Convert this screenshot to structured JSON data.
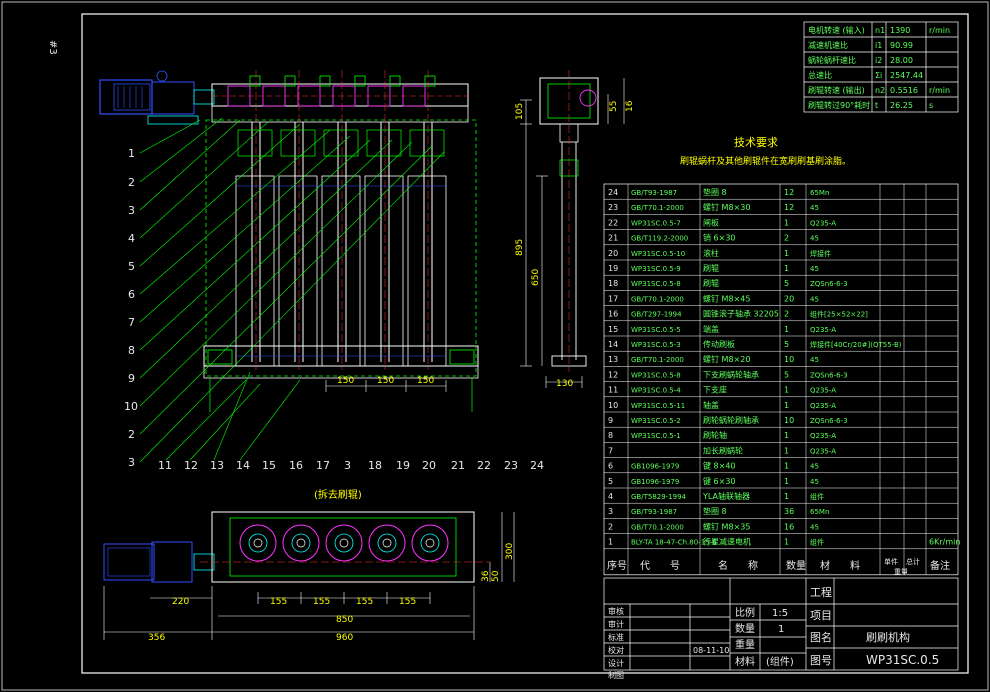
{
  "sheet": {
    "sheet_id": "#3",
    "colors": {
      "frame": "#ffffff",
      "table": "#ffffff",
      "green": "#00ff00",
      "yellow": "#ffff00",
      "cyan": "#00ffff",
      "red": "#ff3030",
      "magenta": "#ff33ff",
      "blue": "#3050ff"
    }
  },
  "spec_table": {
    "rows": [
      {
        "name": "电机转速 (输入)",
        "sym": "n1",
        "val": "1390",
        "unit": "r/min"
      },
      {
        "name": "减速机速比",
        "sym": "i1",
        "val": "90.99",
        "unit": ""
      },
      {
        "name": "蜗轮蜗杆速比",
        "sym": "i2",
        "val": "28.00",
        "unit": ""
      },
      {
        "name": "总速比",
        "sym": "Σi",
        "val": "2547.44",
        "unit": ""
      },
      {
        "name": "刷辊转速 (输出)",
        "sym": "n2",
        "val": "0.5516",
        "unit": "r/min"
      },
      {
        "name": "刷辊转过90°耗时",
        "sym": "t",
        "val": "26.25",
        "unit": "s"
      }
    ]
  },
  "tech_req": {
    "title": "技术要求",
    "text": "刷辊蜗杆及其他刷辊件在宽刷刷基刷涂脂。"
  },
  "bom": {
    "rows": [
      {
        "no": "24",
        "code": "GB/T93-1987",
        "name": "垫圈 8",
        "qty": "12",
        "mat": "65Mn",
        "note": ""
      },
      {
        "no": "23",
        "code": "GB/T70.1-2000",
        "name": "螺钉 M8×30",
        "qty": "12",
        "mat": "45",
        "note": ""
      },
      {
        "no": "22",
        "code": "WP31SC.0.5-7",
        "name": "闸板",
        "qty": "1",
        "mat": "Q235-A",
        "note": ""
      },
      {
        "no": "21",
        "code": "GB/T119.2-2000",
        "name": "销 6×30",
        "qty": "2",
        "mat": "45",
        "note": ""
      },
      {
        "no": "20",
        "code": "WP31SC.0.5-10",
        "name": "滚柱",
        "qty": "1",
        "mat": "焊接件",
        "note": ""
      },
      {
        "no": "19",
        "code": "WP31SC.0.5-9",
        "name": "刷辊",
        "qty": "1",
        "mat": "45",
        "note": ""
      },
      {
        "no": "18",
        "code": "WP31SC.0.5-8",
        "name": "刷辊",
        "qty": "5",
        "mat": "ZQSn6-6-3",
        "note": ""
      },
      {
        "no": "17",
        "code": "GB/T70.1-2000",
        "name": "螺钉 M8×45",
        "qty": "20",
        "mat": "45",
        "note": ""
      },
      {
        "no": "16",
        "code": "GB/T297-1994",
        "name": "圆锥滚子轴承 32205",
        "qty": "2",
        "mat": "组件[25×52×22]",
        "note": ""
      },
      {
        "no": "15",
        "code": "WP31SC.0.5-5",
        "name": "端盖",
        "qty": "1",
        "mat": "Q235-A",
        "note": ""
      },
      {
        "no": "14",
        "code": "WP31SC.0.5-3",
        "name": "传动刷板",
        "qty": "5",
        "mat": "焊接件[40Cr/20#](QT55-B)",
        "note": ""
      },
      {
        "no": "13",
        "code": "GB/T70.1-2000",
        "name": "螺钉 M8×20",
        "qty": "10",
        "mat": "45",
        "note": ""
      },
      {
        "no": "12",
        "code": "WP31SC.0.5-8",
        "name": "下支刷蜗轮轴承",
        "qty": "5",
        "mat": "ZQSn6-6-3",
        "note": ""
      },
      {
        "no": "11",
        "code": "WP31SC.0.5-4",
        "name": "下支座",
        "qty": "1",
        "mat": "Q235-A",
        "note": ""
      },
      {
        "no": "10",
        "code": "WP31SC.0.5-11",
        "name": "轴盖",
        "qty": "1",
        "mat": "Q235-A",
        "note": ""
      },
      {
        "no": "9",
        "code": "WP31SC.0.5-2",
        "name": "刷轮蜗轮刷轴承",
        "qty": "10",
        "mat": "ZQSn6-6-3",
        "note": ""
      },
      {
        "no": "8",
        "code": "WP31SC.0.5-1",
        "name": "刷轮轴",
        "qty": "1",
        "mat": "Q235-A",
        "note": ""
      },
      {
        "no": "7",
        "code": "",
        "name": "加长刷蜗轮",
        "qty": "1",
        "mat": "Q235-A",
        "note": ""
      },
      {
        "no": "6",
        "code": "GB1096-1979",
        "name": "键 8×40",
        "qty": "1",
        "mat": "45",
        "note": ""
      },
      {
        "no": "5",
        "code": "GB1096-1979",
        "name": "键 6×30",
        "qty": "1",
        "mat": "45",
        "note": ""
      },
      {
        "no": "4",
        "code": "GB/T5829-1994",
        "name": "YLA轴联轴器",
        "qty": "1",
        "mat": "组件",
        "note": ""
      },
      {
        "no": "3",
        "code": "GB/T93-1987",
        "name": "垫圈 8",
        "qty": "36",
        "mat": "65Mn",
        "note": ""
      },
      {
        "no": "2",
        "code": "GB/T70.1-2000",
        "name": "螺钉 M8×35",
        "qty": "16",
        "mat": "45",
        "note": ""
      },
      {
        "no": "1",
        "code": "BLY-TA 18-47-Ch.80-15-6",
        "name": "行星减速电机",
        "qty": "1",
        "mat": "组件",
        "note": "6Kr/min"
      }
    ],
    "header": {
      "no": "序号",
      "code": "代　　号",
      "name": "名　　称",
      "qty": "数量",
      "mat": "材　　料",
      "unit_weight": "单件",
      "total_weight": "总计",
      "weight": "重量",
      "note": "备注"
    }
  },
  "title_block": {
    "labels": {
      "shenhe": "审核",
      "shenji": "审计",
      "biaozhun": "标准",
      "jiaodui": "校对",
      "sheji": "设计",
      "zhitu": "制图"
    },
    "date": "08-11-10",
    "bili_label": "比例",
    "bili_val": "1:5",
    "shuliang_label": "数量",
    "shuliang_val": "1",
    "zhongliang_label": "重量",
    "cailiao_label": "材料",
    "cailiao_val": "(组件)",
    "gongcheng_label": "工程",
    "xiangmu_label": "项目",
    "tuming_label": "图名",
    "tuming_val": "刷刷机构",
    "tuhao_label": "图号",
    "tuhao_val": "WP31SC.0.5"
  },
  "front_view": {
    "dims": {
      "pitch1": "150",
      "pitch2": "150",
      "pitch3": "150"
    },
    "balloons": [
      "1",
      "2",
      "3",
      "4",
      "5",
      "6",
      "7",
      "8",
      "9",
      "10",
      "2",
      "3"
    ],
    "bottom_balloons": [
      "11",
      "12",
      "13",
      "14",
      "15",
      "16",
      "17",
      "3",
      "18",
      "19",
      "20",
      "21",
      "22",
      "23",
      "24"
    ]
  },
  "side_view": {
    "dims": {
      "h_top": "105",
      "h_total": "895",
      "h_mid": "650",
      "w": "130",
      "r1": "55",
      "r2": "16"
    }
  },
  "plan_view": {
    "label": "(拆去刷辊)",
    "dims": {
      "d1": "220",
      "d2": "155",
      "d3": "155",
      "d4": "155",
      "d5": "155",
      "d6": "850",
      "d7": "356",
      "d8": "960",
      "h1": "50",
      "h2": "300",
      "h3": "36"
    }
  }
}
